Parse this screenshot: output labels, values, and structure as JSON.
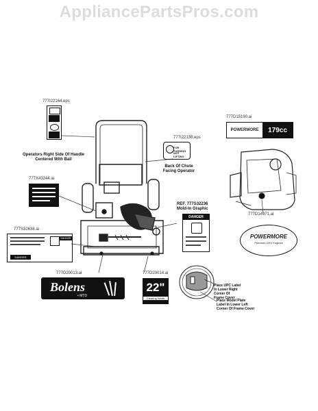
{
  "watermark": "AppliancePartsPros.com",
  "parts": {
    "p1": {
      "id": "777I22164.eps",
      "caption_1": "Operators Right Side Of Handle",
      "caption_2": "Centered With Bail"
    },
    "p2": {
      "id": "777I22138.eps",
      "decal_1": "FOR TURNING",
      "decal_2": "NOT LIFTING",
      "caption_1": "Back Of Chute",
      "caption_2": "Facing Operator"
    },
    "p3": {
      "id": "777D15190.ai",
      "brand": "POWERMORE",
      "size": "179cc"
    },
    "p4": {
      "id": "777X43244.ai"
    },
    "p5": {
      "id": "777S32236",
      "ref": "REF.",
      "caption": "Mold-In Graphic",
      "decal": "DANGER"
    },
    "p6": {
      "id": "777S32638.ai",
      "decal_1": "DANGER",
      "decal_2": "DANGER"
    },
    "p7": {
      "id": "777D14971.ai",
      "brand": "POWERMORE",
      "tagline": "Premium OHV Engines"
    },
    "p8": {
      "id": "777D20013.ai",
      "brand": "Bolens",
      "sub": "• MTD"
    },
    "p9": {
      "id": "777D20014.ai",
      "value": "22\"",
      "sub": "Clearing Width"
    },
    "p10": {
      "caption_1": "Place UPC Label",
      "caption_2": "In Lower Right",
      "caption_3": "Corner Of",
      "caption_4": "Frame Cover"
    },
    "p11": {
      "caption_1": "Place Model Plate",
      "caption_2": "Label In Lower Left",
      "caption_3": "Corner Of Frame Cover"
    }
  }
}
